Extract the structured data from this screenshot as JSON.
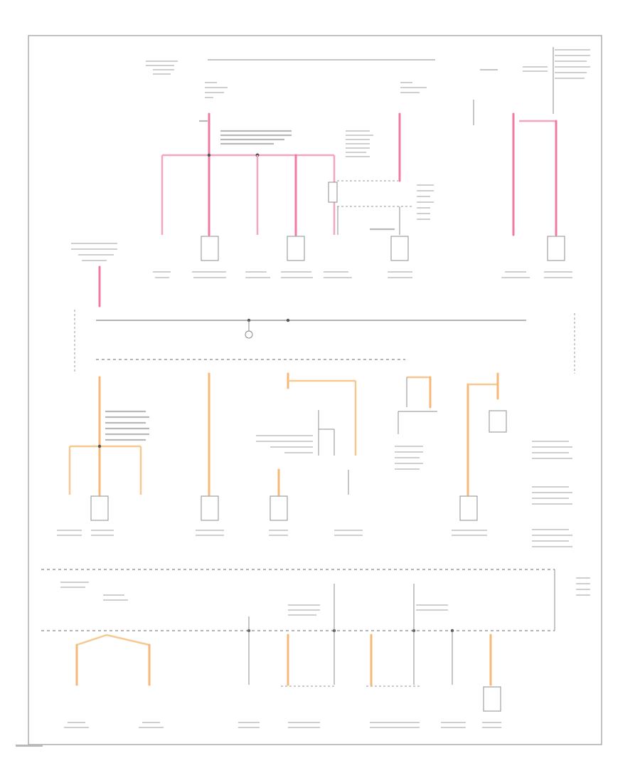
{
  "diagram": {
    "title": "",
    "labels": [],
    "colors": {
      "hot_wire": "#f07aa0",
      "switched_wire": "#f4b97a",
      "outline": "#8c8c8c",
      "background": "#ffffff"
    },
    "sections": [
      {
        "name": "upper",
        "wire_color": "pink",
        "component_count": 8
      },
      {
        "name": "middle",
        "wire_color": "orange",
        "component_count": 6
      },
      {
        "name": "lower",
        "wire_color": "orange",
        "component_count": 7
      }
    ]
  }
}
